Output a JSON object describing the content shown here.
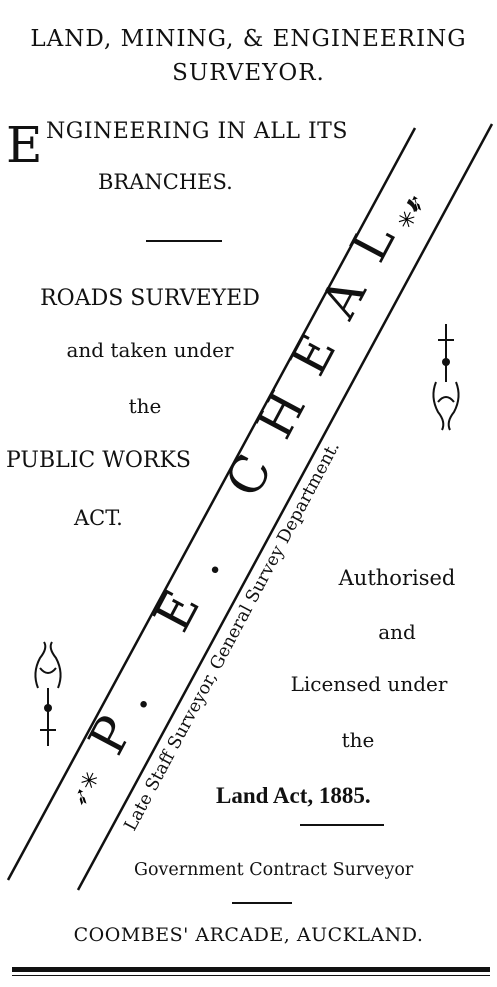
{
  "header": {
    "line1": "LAND, MINING, & ENGINEERING",
    "line2": "SURVEYOR."
  },
  "engineering": {
    "drop_cap": "E",
    "line1_rest": "NGINEERING IN ALL ITS",
    "line2": "BRANCHES."
  },
  "roads": {
    "line1": "ROADS SURVEYED",
    "line2": "and taken under",
    "line3": "the",
    "line4": "PUBLIC WORKS",
    "line5": "ACT."
  },
  "diagonal": {
    "name": "P. E. CHEAL,",
    "subtitle": "Late Staff Surveyor, General Survey Department."
  },
  "licensed": {
    "line1": "Authorised",
    "line2": "and",
    "line3": "Licensed under",
    "line4": "the",
    "line5": "Land Act, 1885."
  },
  "footer": {
    "contract": "Government Contract Surveyor",
    "address": "COOMBES' ARCADE, AUCKLAND."
  }
}
